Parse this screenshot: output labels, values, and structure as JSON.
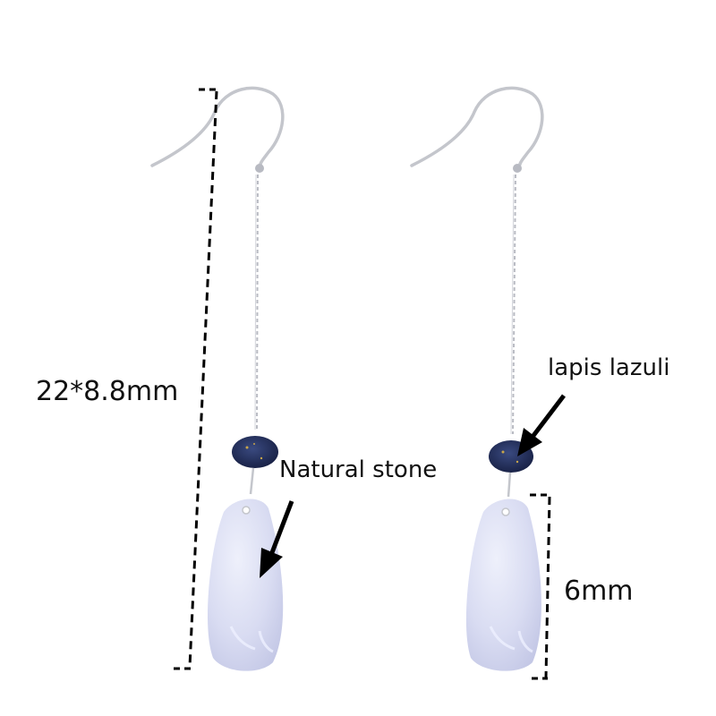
{
  "annotations": {
    "total_length": "22*8.8mm",
    "pendant_material": "Natural stone",
    "bead_material": "lapis lazuli",
    "pendant_length": "6mm"
  },
  "colors": {
    "background": "#ffffff",
    "silver": "#c4c6cc",
    "lapis": "#1e2a55",
    "pendant": "#dcdef4",
    "ink": "#111111"
  },
  "icons": [
    "arrow-icon",
    "dimension-bracket-icon"
  ]
}
